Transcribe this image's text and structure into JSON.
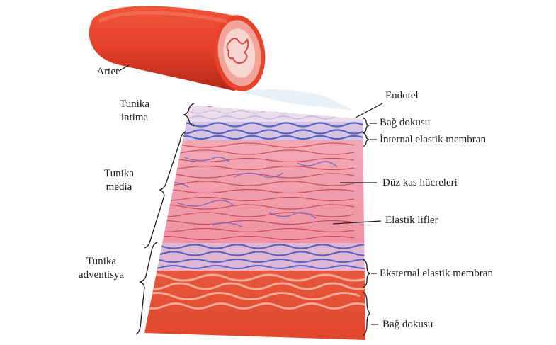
{
  "labels": {
    "arter": "Arter",
    "tunika_intima": [
      "Tunika",
      "intima"
    ],
    "tunika_media": [
      "Tunika",
      "media"
    ],
    "tunika_adventisya": [
      "Tunika",
      "adventisya"
    ],
    "endotel": "Endotel",
    "bag_dokusu_top": "Bağ dokusu",
    "internal_elastik_membran": "İnternal elastik membran",
    "duz_kas_hucreleri": "Düz kas hücreleri",
    "elastik_lifler": "Elastik lifler",
    "eksternal_elastik_membran": "Eksternal elastik membran",
    "bag_dokusu_bottom": "Bağ dokusu"
  },
  "colors": {
    "artery_outer": "#e8432a",
    "artery_dark": "#c62e1c",
    "lumen_ring": "#f4b0a8",
    "endothelium": "#c8332a",
    "intima_fill": "#e9d6e6",
    "elastic_blue": "#5563c7",
    "muscle_pink": "#ef98a8",
    "muscle_line": "#c9404f",
    "adventitia_red": "#e3442e",
    "adventitia_light": "#f2a08c",
    "text": "#1a1a1a"
  }
}
